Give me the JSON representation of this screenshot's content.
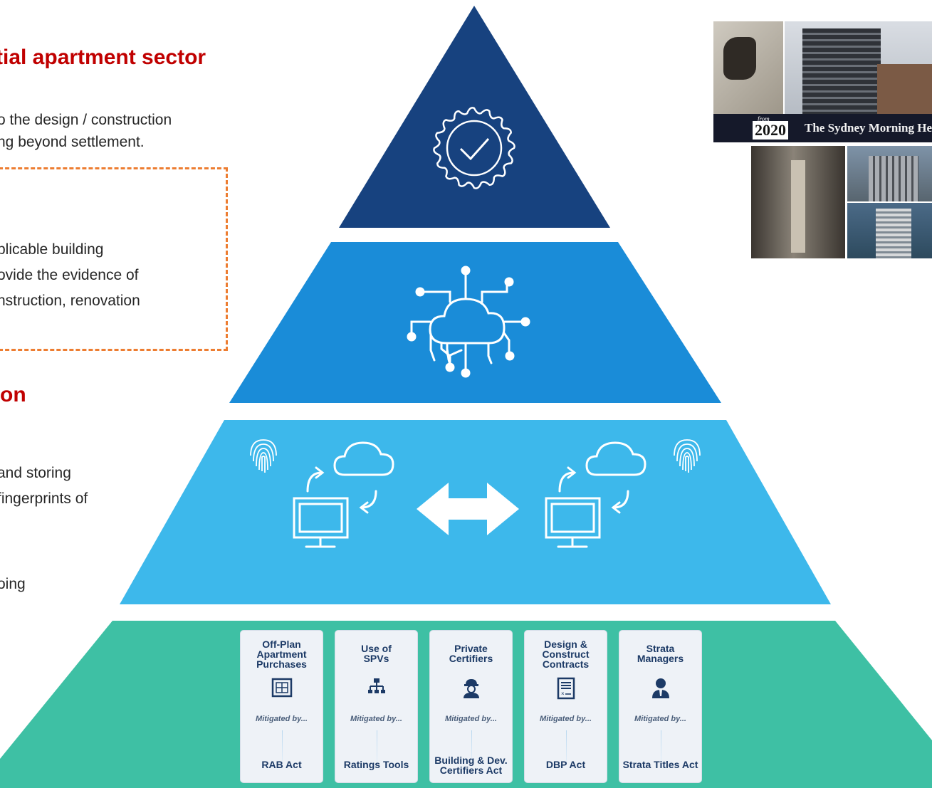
{
  "left_panel": {
    "heading1": "tial apartment sector",
    "intro_lines": [
      "o the design / construction",
      "ng beyond settlement."
    ],
    "box_lines": [
      "plicable building",
      "ovide the evidence of",
      "nstruction, renovation"
    ],
    "heading2": "on",
    "para2_lines": [
      "and storing",
      "fingerprints of"
    ],
    "para3": "oing"
  },
  "pyramid": {
    "tier1_icon": "verified-badge-icon",
    "tier2_icon": "cloud-network-icon",
    "tier3_icons": [
      "fingerprint-icon",
      "cloud-sync-computer-icon",
      "bidirectional-arrow-icon",
      "cloud-sync-computer-icon",
      "fingerprint-icon"
    ],
    "colors": {
      "tier1": "#17427f",
      "tier2": "#1a8cd8",
      "tier3": "#3db8eb",
      "tier4": "#3ec0a4",
      "heading": "#c00000",
      "dashed_border": "#ed7d31"
    }
  },
  "cards": [
    {
      "title_lines": [
        "Off-Plan",
        "Apartment",
        "Purchases"
      ],
      "icon": "blueprint-icon",
      "mitigated": "Mitigated by...",
      "bottom_lines": [
        "RAB Act"
      ]
    },
    {
      "title_lines": [
        "Use of",
        "SPVs"
      ],
      "icon": "org-chart-icon",
      "mitigated": "Mitigated by...",
      "bottom_lines": [
        "Ratings Tools"
      ]
    },
    {
      "title_lines": [
        "Private",
        "Certifiers"
      ],
      "icon": "worker-icon",
      "mitigated": "Mitigated by...",
      "bottom_lines": [
        "Building & Dev.",
        "Certifiers Act"
      ]
    },
    {
      "title_lines": [
        "Design &",
        "Construct",
        "Contracts"
      ],
      "icon": "contract-document-icon",
      "mitigated": "Mitigated by...",
      "bottom_lines": [
        "DBP Act"
      ]
    },
    {
      "title_lines": [
        "Strata",
        "Managers"
      ],
      "icon": "manager-icon",
      "mitigated": "Mitigated by...",
      "bottom_lines": [
        "Strata Titles Act"
      ]
    }
  ],
  "news": {
    "from": "from",
    "year": "2020",
    "masthead": "The Sydney Morning Herald"
  }
}
